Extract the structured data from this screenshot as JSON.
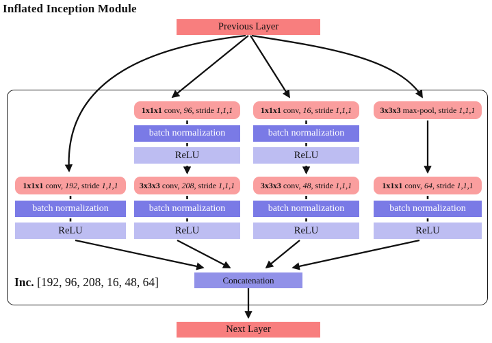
{
  "title": "Inflated Inception Module",
  "colors": {
    "salmon": "#f87e7e",
    "pink": "#fa9e9e",
    "bn": "#7a7ae6",
    "relu": "#bdbdf2",
    "concat": "#9191e8"
  },
  "nodes": {
    "previous_layer": "Previous Layer",
    "next_layer": "Next Layer",
    "concatenation": "Concatenation",
    "batch_norm": "batch normalization",
    "relu": "ReLU"
  },
  "inc": {
    "label": "Inc.",
    "values": " [192, 96, 208, 16, 48, 64]"
  },
  "branch_boxes": {
    "conv96": {
      "kernel": "1x1x1",
      "op": " conv, ",
      "channels": "96",
      "mid": ", stride ",
      "stride": "1,1,1"
    },
    "conv16": {
      "kernel": "1x1x1",
      "op": " conv, ",
      "channels": "16",
      "mid": ", stride ",
      "stride": "1,1,1"
    },
    "maxpool": {
      "kernel": "3x3x3",
      "op": " max-pool, stride ",
      "channels": "",
      "mid": "",
      "stride": "1,1,1"
    },
    "conv192": {
      "kernel": "1x1x1",
      "op": " conv, ",
      "channels": "192",
      "mid": ", stride ",
      "stride": "1,1,1"
    },
    "conv208": {
      "kernel": "3x3x3",
      "op": " conv, ",
      "channels": "208",
      "mid": ", stride ",
      "stride": "1,1,1"
    },
    "conv48": {
      "kernel": "3x3x3",
      "op": " conv, ",
      "channels": "48",
      "mid": ", stride ",
      "stride": "1,1,1"
    },
    "conv64": {
      "kernel": "1x1x1",
      "op": " conv, ",
      "channels": "64",
      "mid": ", stride ",
      "stride": "1,1,1"
    }
  }
}
